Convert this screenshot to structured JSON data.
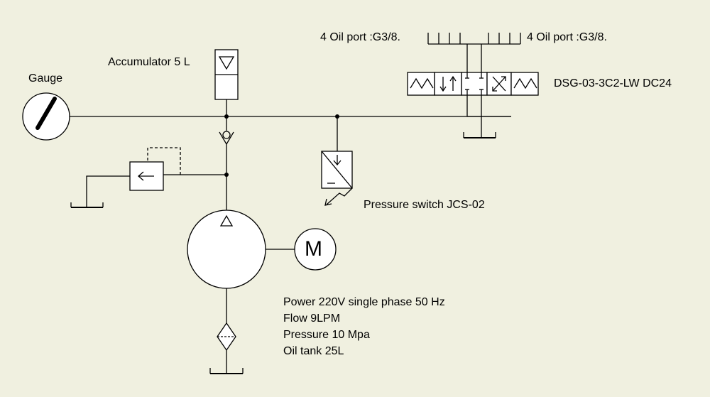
{
  "labels": {
    "gauge": "Gauge",
    "accumulator": "Accumulator 5 L",
    "oil_port_left": "4 Oil port :G3/8.",
    "oil_port_right": "4 Oil port :G3/8.",
    "valve": "DSG-03-3C2-LW DC24",
    "pressure_switch": "Pressure switch JCS-02",
    "motor": "M"
  },
  "specs": [
    "Power 220V single phase 50 Hz",
    "Flow 9LPM",
    "Pressure 10 Mpa",
    "Oil tank 25L"
  ],
  "colors": {
    "background": "#f0f0e0",
    "line": "#000000"
  }
}
